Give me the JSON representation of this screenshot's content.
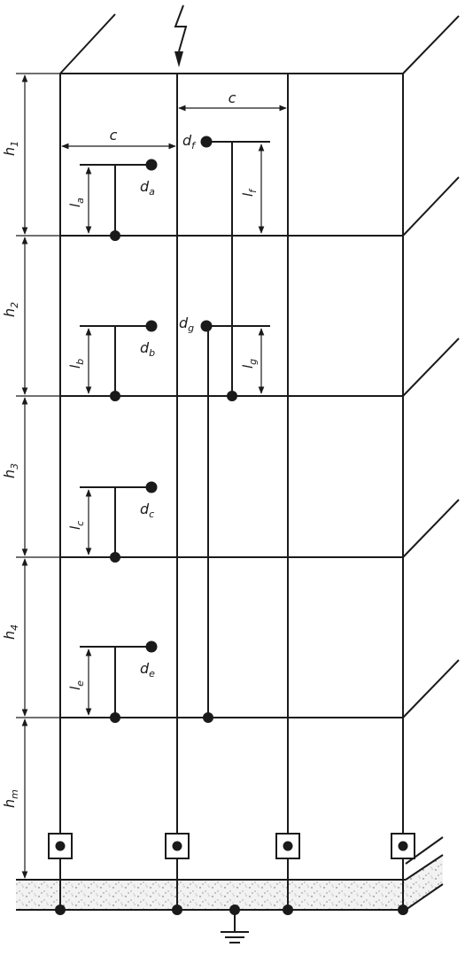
{
  "labels": {
    "c_top": "c",
    "c_left": "c"
  },
  "heights": [
    {
      "base": "h",
      "sub": "1"
    },
    {
      "base": "h",
      "sub": "2"
    },
    {
      "base": "h",
      "sub": "3"
    },
    {
      "base": "h",
      "sub": "4"
    },
    {
      "base": "h",
      "sub": "m"
    }
  ],
  "lengths": [
    {
      "base": "l",
      "sub": "a"
    },
    {
      "base": "l",
      "sub": "b"
    },
    {
      "base": "l",
      "sub": "c"
    },
    {
      "base": "l",
      "sub": "e"
    },
    {
      "base": "l",
      "sub": "f"
    },
    {
      "base": "l",
      "sub": "g"
    }
  ],
  "devices": [
    {
      "base": "d",
      "sub": "a"
    },
    {
      "base": "d",
      "sub": "b"
    },
    {
      "base": "d",
      "sub": "c"
    },
    {
      "base": "d",
      "sub": "e"
    },
    {
      "base": "d",
      "sub": "f"
    },
    {
      "base": "d",
      "sub": "g"
    }
  ],
  "colors": {
    "line": "#1a1a1a",
    "ground_fill": "#eeeeee"
  },
  "icons": [
    "lightning-icon",
    "ground-symbol-icon",
    "test-joint-icon"
  ]
}
